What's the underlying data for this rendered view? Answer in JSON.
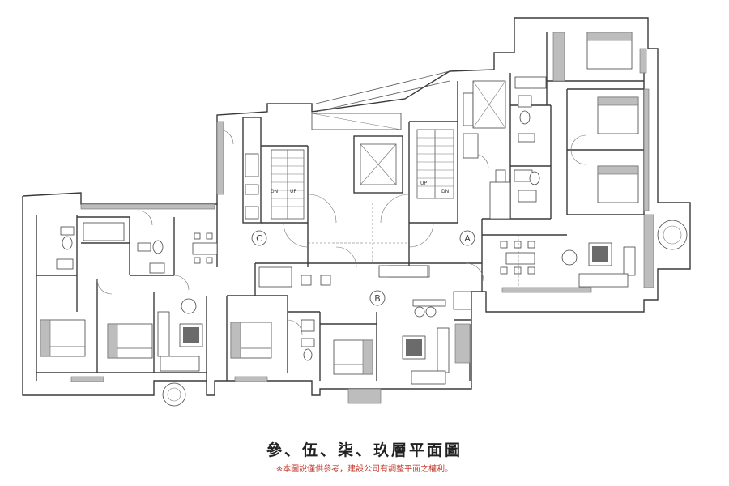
{
  "plan": {
    "title": "參、伍、柒、玖層平面圖",
    "disclaimer": "※本圖說僅供參考，建設公司有調整平面之權利。",
    "units": [
      {
        "id": "unit-a",
        "label": "A"
      },
      {
        "id": "unit-b",
        "label": "B"
      },
      {
        "id": "unit-c",
        "label": "C"
      }
    ],
    "stair_labels": {
      "down": "DN",
      "up": "UP"
    }
  },
  "colors": {
    "wall": "#3a3a3a",
    "disclaimer": "#c0392b",
    "fill": "#bdbdbd"
  }
}
